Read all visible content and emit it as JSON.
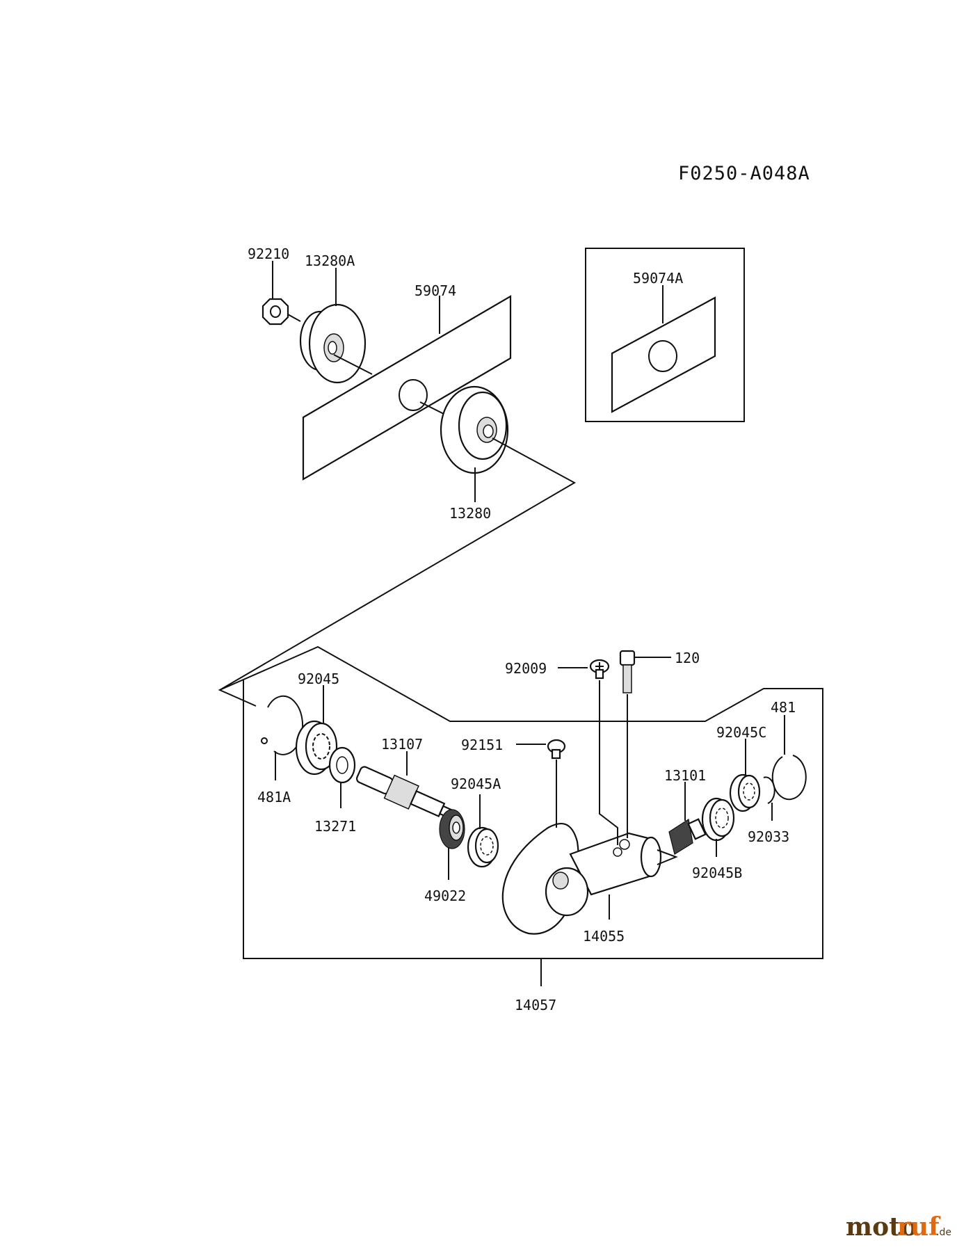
{
  "diagram_code": "F0250-A048A",
  "parts": {
    "p92210": "92210",
    "p13280A": "13280A",
    "p59074": "59074",
    "p59074A": "59074A",
    "p13280": "13280",
    "p92045": "92045",
    "p13107": "13107",
    "p92009": "92009",
    "p120": "120",
    "p481": "481",
    "p92045C": "92045C",
    "p92151": "92151",
    "p13101": "13101",
    "p92045A": "92045A",
    "p481A": "481A",
    "p13271": "13271",
    "p92033": "92033",
    "p49022": "49022",
    "p92045B": "92045B",
    "p14055": "14055",
    "p14057": "14057"
  },
  "watermark": {
    "part_a": "moto",
    "part_b": "ruf",
    "part_c": ".de"
  }
}
